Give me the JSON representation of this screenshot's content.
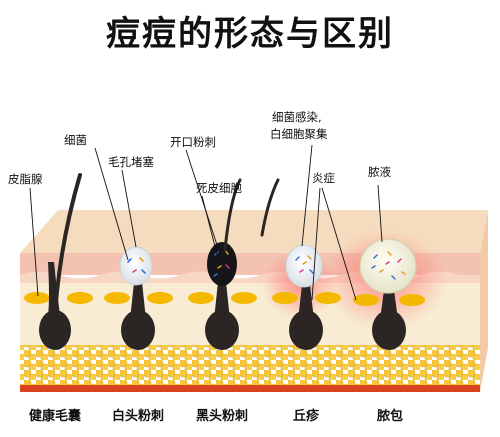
{
  "title": "痘痘的形态与区别",
  "labels": {
    "sebaceous_gland": "皮脂腺",
    "bacteria": "细菌",
    "pore_blocked": "毛孔堵塞",
    "open_comedo": "开口粉刺",
    "dead_cells": "死皮细胞",
    "infection_line1": "细菌感染,",
    "infection_line2": "白细胞聚集",
    "inflammation": "炎症",
    "pus": "脓液"
  },
  "stages": [
    {
      "name": "健康毛囊"
    },
    {
      "name": "白头粉刺"
    },
    {
      "name": "黑头粉刺"
    },
    {
      "name": "丘疹"
    },
    {
      "name": "脓包"
    }
  ],
  "colors": {
    "skin_top": "#f5d9b8",
    "epidermis_band": "#f2c6b0",
    "dermis": "#f7ead0",
    "fat": "#f2c23a",
    "follicle": "#2b2523",
    "gland": "#f5b800",
    "inflammation": "#e53935"
  }
}
